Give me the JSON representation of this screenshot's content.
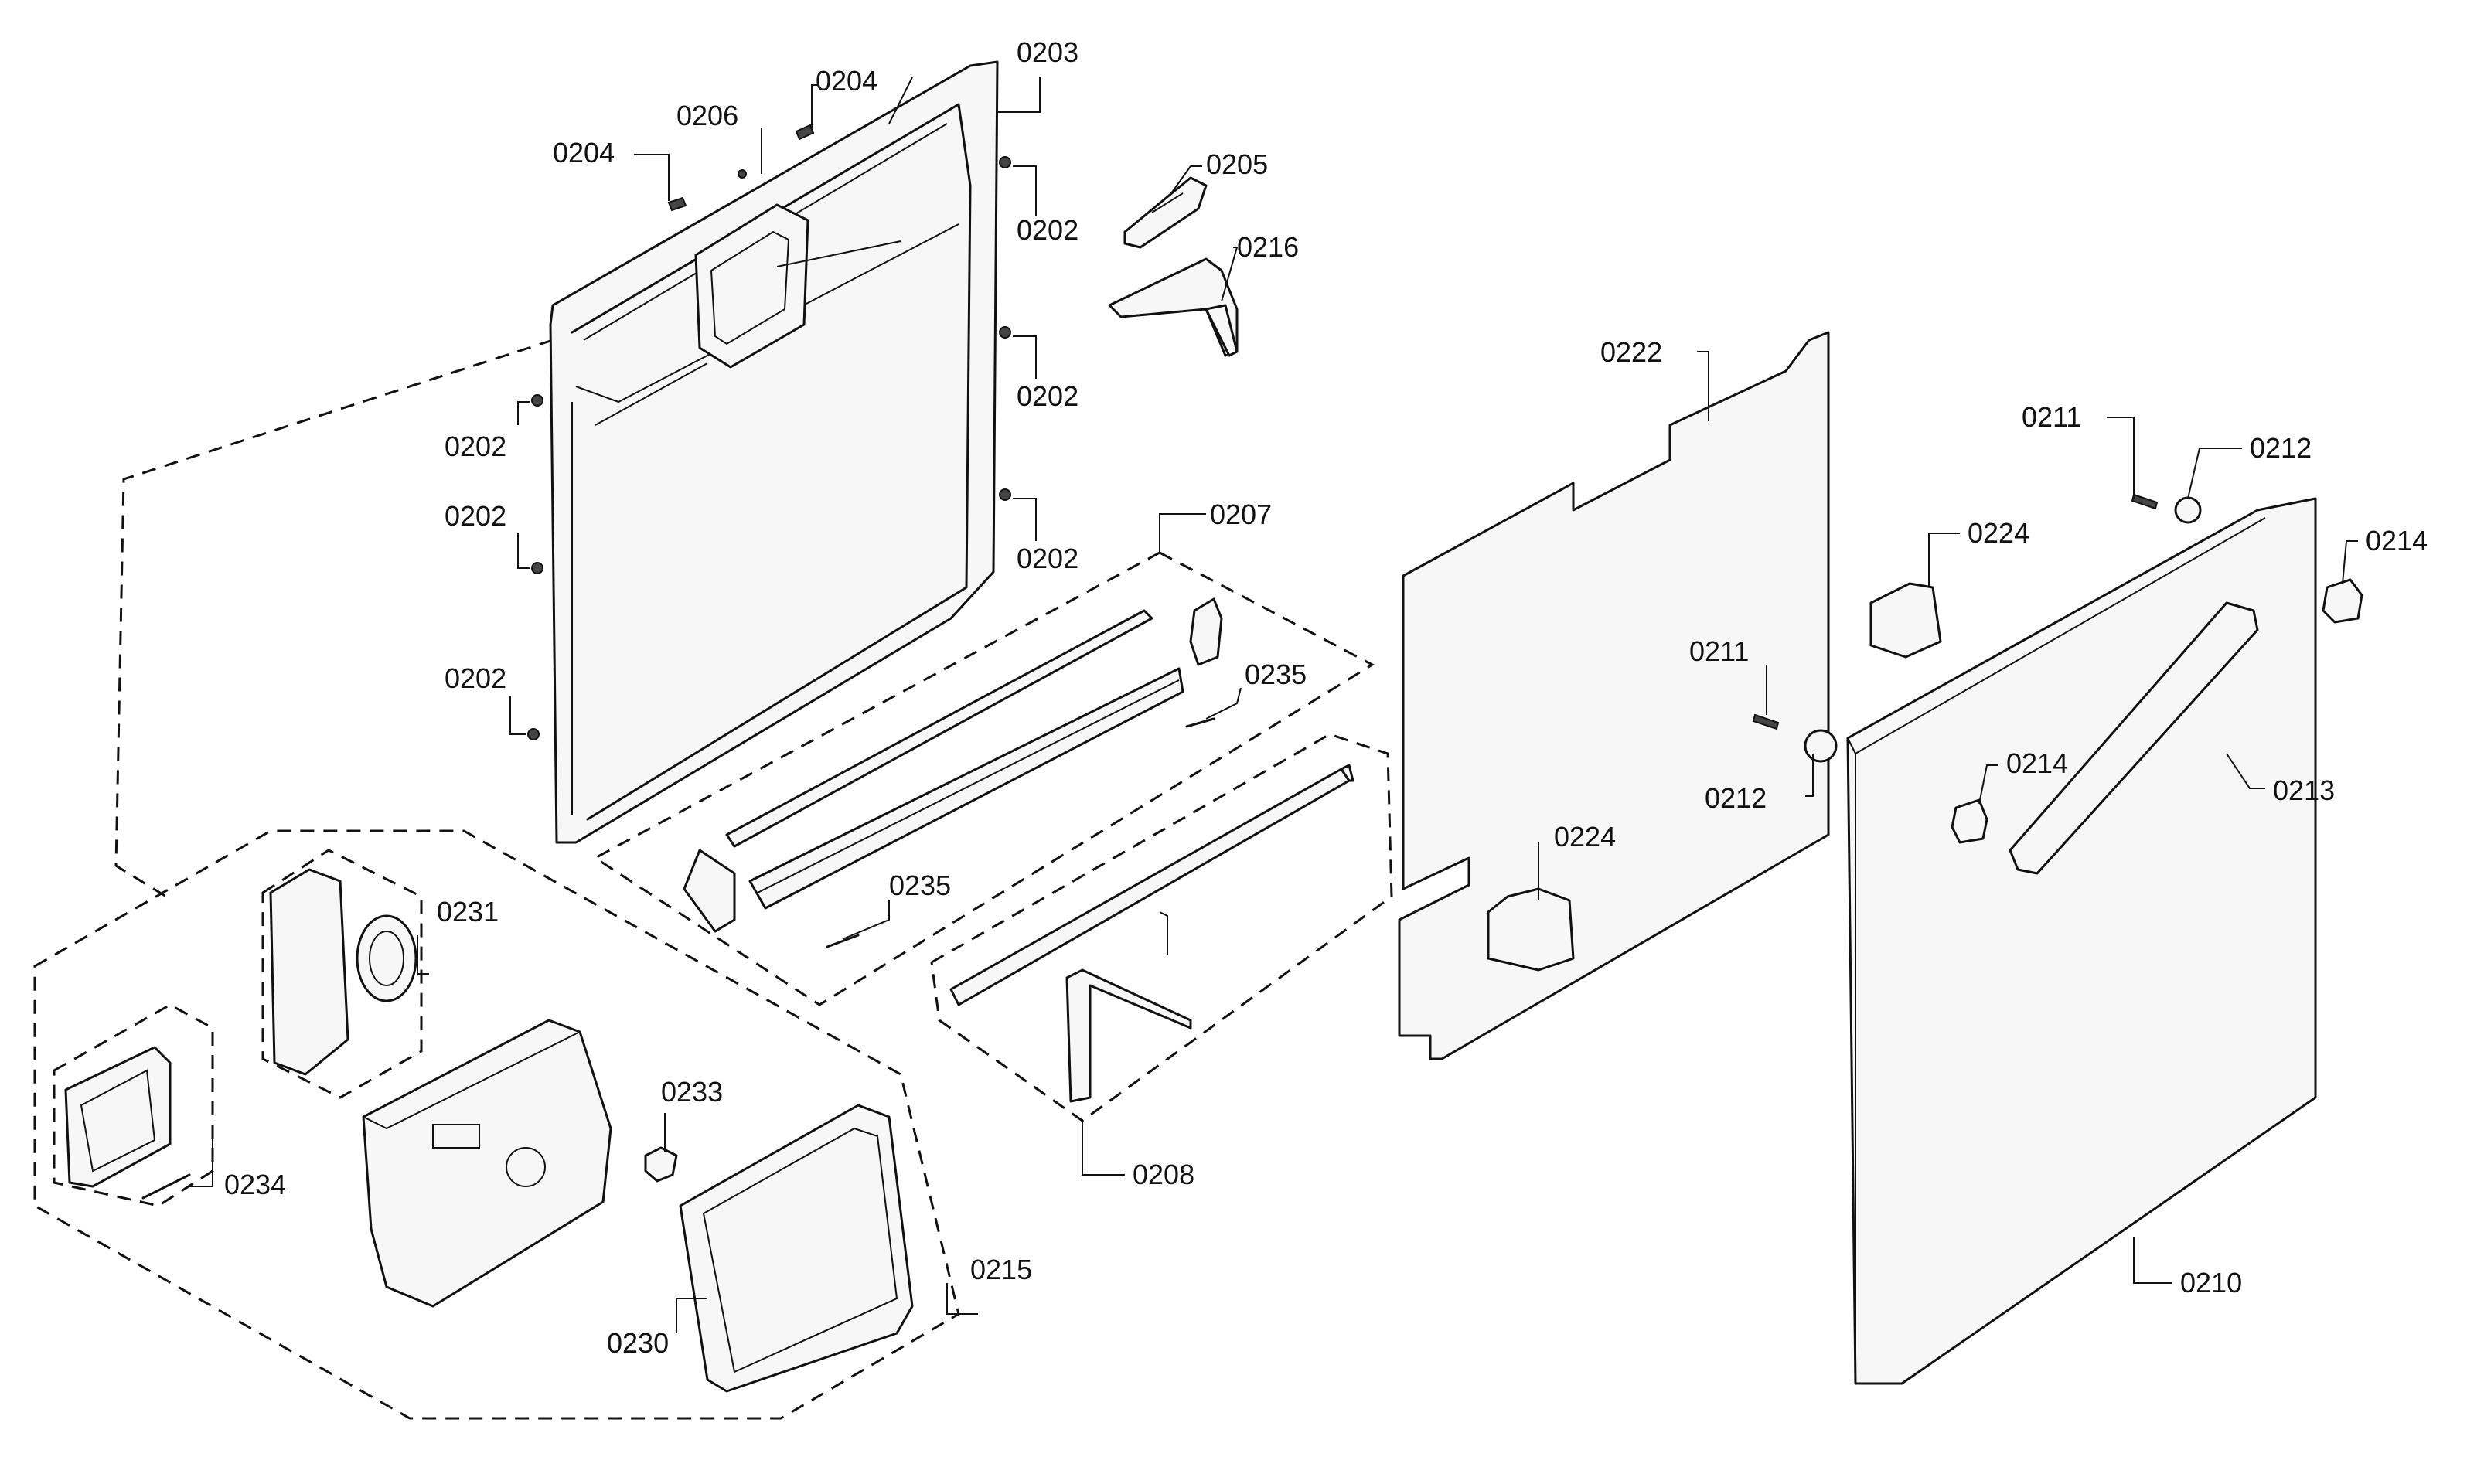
{
  "labels": {
    "p0203": "0203",
    "p0204a": "0204",
    "p0204b": "0204",
    "p0206": "0206",
    "p0205": "0205",
    "p0216": "0216",
    "p0202_r1": "0202",
    "p0202_r2": "0202",
    "p0202_r3": "0202",
    "p0202_l1": "0202",
    "p0202_l2": "0202",
    "p0202_l3": "0202",
    "p0207": "0207",
    "p0235a": "0235",
    "p0235b": "0235",
    "p0208": "0208",
    "p0222": "0222",
    "p0224a": "0224",
    "p0224b": "0224",
    "p0211a": "0211",
    "p0211b": "0211",
    "p0212a": "0212",
    "p0212b": "0212",
    "p0214a": "0214",
    "p0214b": "0214",
    "p0213": "0213",
    "p0210": "0210",
    "p0231": "0231",
    "p0233": "0233",
    "p0234": "0234",
    "p0215": "0215",
    "p0230": "0230"
  }
}
